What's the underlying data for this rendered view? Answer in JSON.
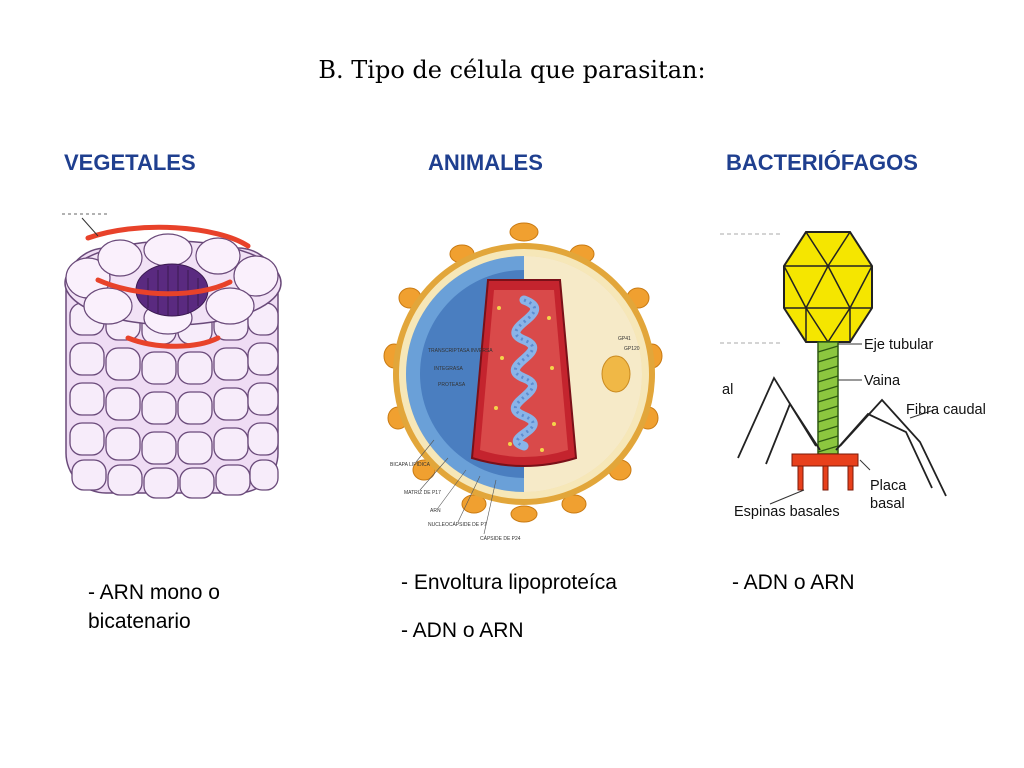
{
  "title": "B. Tipo de célula que parasitan:",
  "columns": [
    {
      "heading": "VEGETALES",
      "bullets": [
        "- ARN mono o",
        "bicatenario"
      ]
    },
    {
      "heading": "ANIMALES",
      "bullets": [
        "- Envoltura lipoproteíca",
        "- ADN o ARN"
      ]
    },
    {
      "heading": "BACTERIÓFAGOS",
      "bullets": [
        "- ADN o ARN"
      ]
    }
  ],
  "hiv_labels": {
    "transcriptasa": "TRANSCRIPTASA INVERSA",
    "integrasa": "INTEGRASA",
    "proteasa": "PROTEASA",
    "gp41": "GP41",
    "gp120": "GP120",
    "bicapa": "BICAPA LIPÍDICA",
    "matriz": "MATRIZ DE P17",
    "arn": "ARN",
    "nucleocapside": "NUCLEOCÁPSIDE DE P7",
    "capside": "CÁPSIDE DE P24"
  },
  "phage_labels": {
    "eje": "Eje tubular",
    "vaina": "Vaina",
    "fibra": "Fibra caudal",
    "placa_1": "Placa",
    "placa_2": "basal",
    "espinas": "Espinas basales",
    "left_cut": "al"
  },
  "colors": {
    "heading": "#1f3f8f",
    "tmv_capsomer": "#e9d4f0",
    "tmv_core": "#5a2a80",
    "tmv_rna": "#e8422a",
    "hiv_envelope": "#f0a030",
    "hiv_inner": "#6aa0d8",
    "hiv_capsid": "#c4242e",
    "phage_head": "#f5e600",
    "phage_tail": "#8cc63f",
    "phage_plate": "#e8401c"
  }
}
